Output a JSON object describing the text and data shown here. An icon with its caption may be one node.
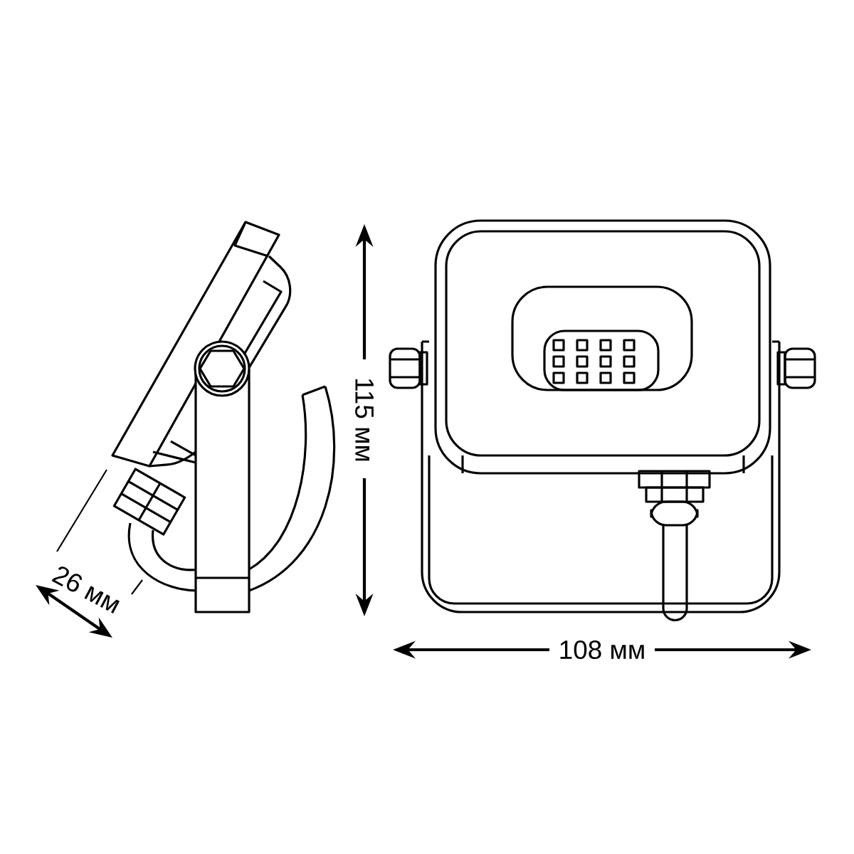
{
  "diagram": {
    "labels": [
      "26 мм",
      "115 мм",
      "108 мм"
    ]
  }
}
